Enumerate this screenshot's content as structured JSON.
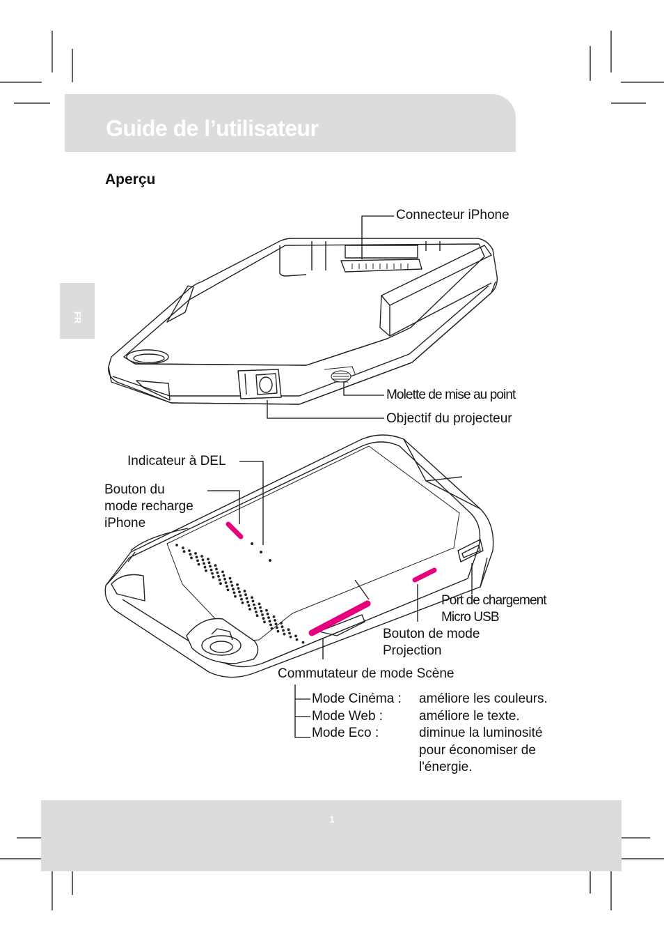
{
  "header": {
    "title": "Guide de l’utilisateur"
  },
  "section": {
    "title": "Aperçu"
  },
  "side_tab": {
    "lang": "FR"
  },
  "callouts": {
    "iphone_connector": "Connecteur iPhone",
    "focus_wheel": "Molette de mise au point",
    "projector_lens": "Objectif du projecteur",
    "led_indicator": "Indicateur à DEL",
    "charge_button": [
      "Bouton du",
      "mode recharge",
      "iPhone"
    ],
    "usb_port": [
      "Port de chargement",
      "Micro USB"
    ],
    "projection_button": [
      "Bouton de mode",
      "Projection"
    ],
    "scene_switch": "Commutateur de mode Scène"
  },
  "modes": [
    {
      "name": "Mode Cinéma :",
      "desc": [
        "améliore les couleurs."
      ]
    },
    {
      "name": "Mode Web :",
      "desc": [
        "améliore le texte."
      ]
    },
    {
      "name": "Mode Eco :",
      "desc": [
        "diminue la luminosité",
        "pour économiser de",
        "l'énergie."
      ]
    }
  ],
  "footer": {
    "page_number": "1"
  },
  "colors": {
    "band_gray": "#dcdcdc",
    "accent_magenta": "#e6007e"
  }
}
